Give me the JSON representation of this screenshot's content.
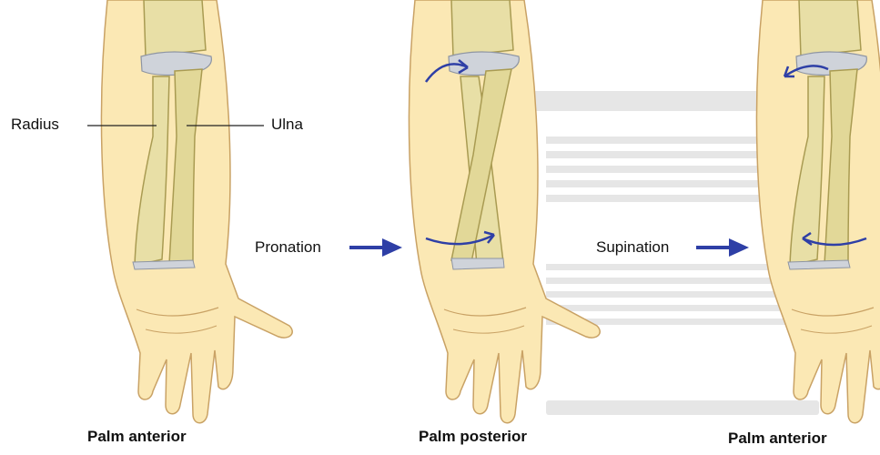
{
  "labels": {
    "radius": "Radius",
    "ulna": "Ulna",
    "pronation": "Pronation",
    "supination": "Supination"
  },
  "captions": {
    "left": "Palm anterior",
    "middle": "Palm posterior",
    "right": "Palm anterior"
  },
  "colors": {
    "skin": "#fbe8b4",
    "skin_outline": "#c9a265",
    "bone": "#e8dfa6",
    "bone_shadow": "#a99b52",
    "cartilage": "#cfd3da",
    "arrow_blue": "#2e3fa6",
    "leader_line": "#222222"
  },
  "icons": {
    "pronation_arrow": "right-arrow-icon",
    "supination_arrow": "right-arrow-icon",
    "rotation_arrow": "curved-arrow-icon"
  }
}
